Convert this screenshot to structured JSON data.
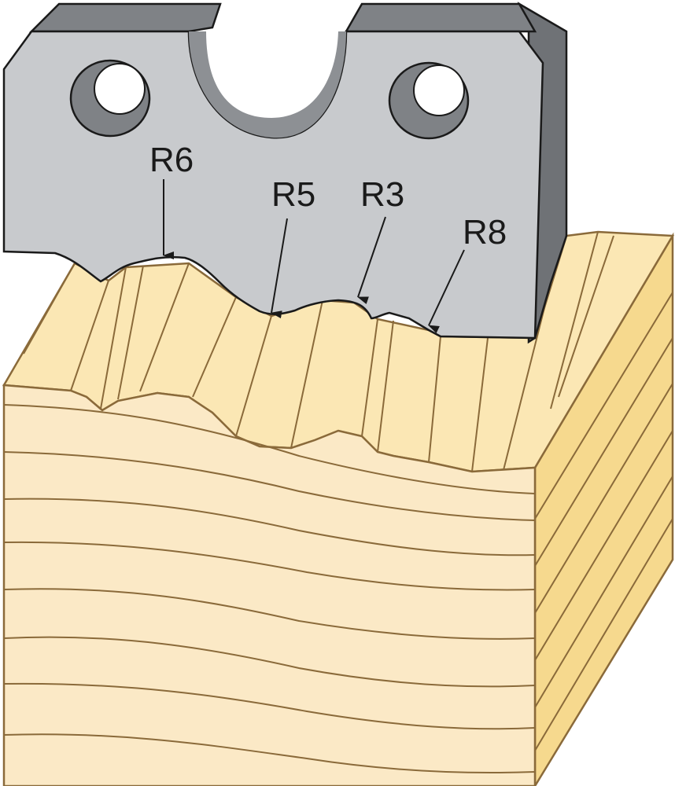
{
  "labels": {
    "r6": "R6",
    "r5": "R5",
    "r3": "R3",
    "r8": "R8"
  },
  "colors": {
    "blade_face": "#c8cacd",
    "blade_edge": "#7f8286",
    "blade_side": "#6f7276",
    "blade_outline": "#1a1a1a",
    "wood_front": "#fbe9c6",
    "wood_top": "#fbe7b4",
    "wood_side": "#f6d98e",
    "wood_line": "#8a6a3a",
    "text": "#1a1a1a"
  },
  "icons": {
    "blade": "profile-cutter-knife",
    "workpiece": "wood-block"
  }
}
